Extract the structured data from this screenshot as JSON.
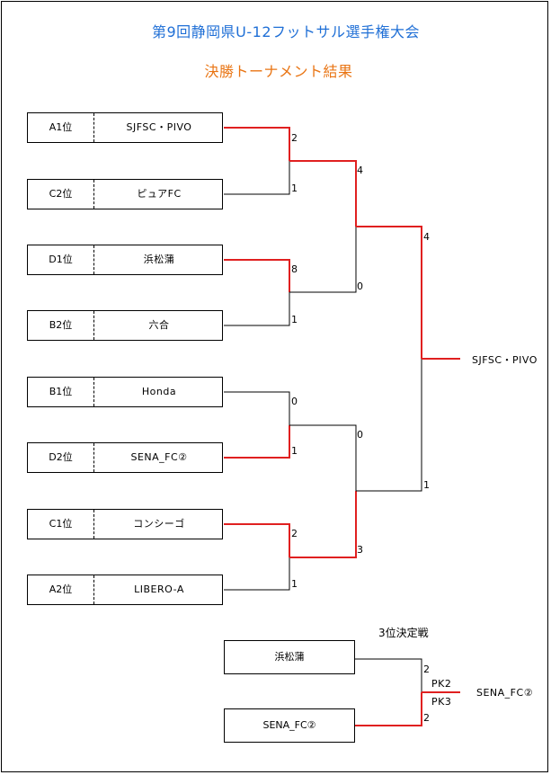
{
  "title": "第9回静岡県U-12フットサル選手権大会",
  "subtitle": "決勝トーナメント結果",
  "colors": {
    "title": "#1f6fd6",
    "subtitle": "#e97514",
    "winner_line": "#e02020",
    "line": "#000000"
  },
  "entries": [
    {
      "seed": "A1位",
      "team": "SJFSC・PIVO"
    },
    {
      "seed": "C2位",
      "team": "ピュアFC"
    },
    {
      "seed": "D1位",
      "team": "浜松蒲"
    },
    {
      "seed": "B2位",
      "team": "六合"
    },
    {
      "seed": "B1位",
      "team": "Honda"
    },
    {
      "seed": "D2位",
      "team": "SENA_FC②"
    },
    {
      "seed": "C1位",
      "team": "コンシーゴ"
    },
    {
      "seed": "A2位",
      "team": "LIBERO-A"
    }
  ],
  "round1": [
    {
      "top_score": "2",
      "bottom_score": "1"
    },
    {
      "top_score": "8",
      "bottom_score": "1"
    },
    {
      "top_score": "0",
      "bottom_score": "1"
    },
    {
      "top_score": "2",
      "bottom_score": "1"
    }
  ],
  "semifinals": [
    {
      "top_score": "4",
      "bottom_score": "0"
    },
    {
      "top_score": "0",
      "bottom_score": "3"
    }
  ],
  "final": {
    "top_score": "4",
    "bottom_score": "1",
    "champion": "SJFSC・PIVO"
  },
  "third_place": {
    "label": "3位決定戦",
    "team_top": "浜松蒲",
    "team_bottom": "SENA_FC②",
    "score_top": "2",
    "score_bottom": "2",
    "pk_top": "PK2",
    "pk_bottom": "PK3",
    "winner": "SENA_FC②"
  }
}
